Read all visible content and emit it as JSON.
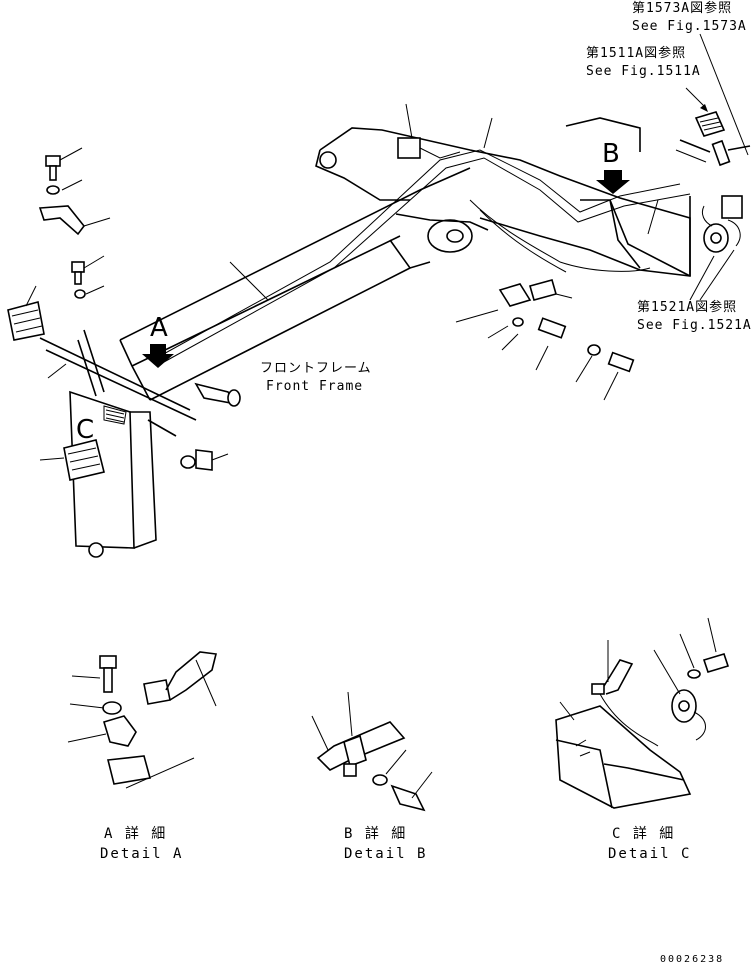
{
  "references": {
    "fig1573": {
      "jp": "第1573A図参照",
      "en": "See Fig.1573A"
    },
    "fig1511": {
      "jp": "第1511A図参照",
      "en": "See Fig.1511A"
    },
    "fig1521": {
      "jp": "第1521A図参照",
      "en": "See Fig.1521A"
    }
  },
  "frame_label": {
    "jp": "フロントフレーム",
    "en": "Front Frame"
  },
  "view_markers": {
    "a": "A",
    "b": "B",
    "c": "C"
  },
  "details": {
    "a": {
      "jp": "A 詳 細",
      "en": "Detail A"
    },
    "b": {
      "jp": "B 詳 細",
      "en": "Detail B"
    },
    "c": {
      "jp": "C 詳 細",
      "en": "Detail C"
    }
  },
  "drawing_number": "00026238"
}
